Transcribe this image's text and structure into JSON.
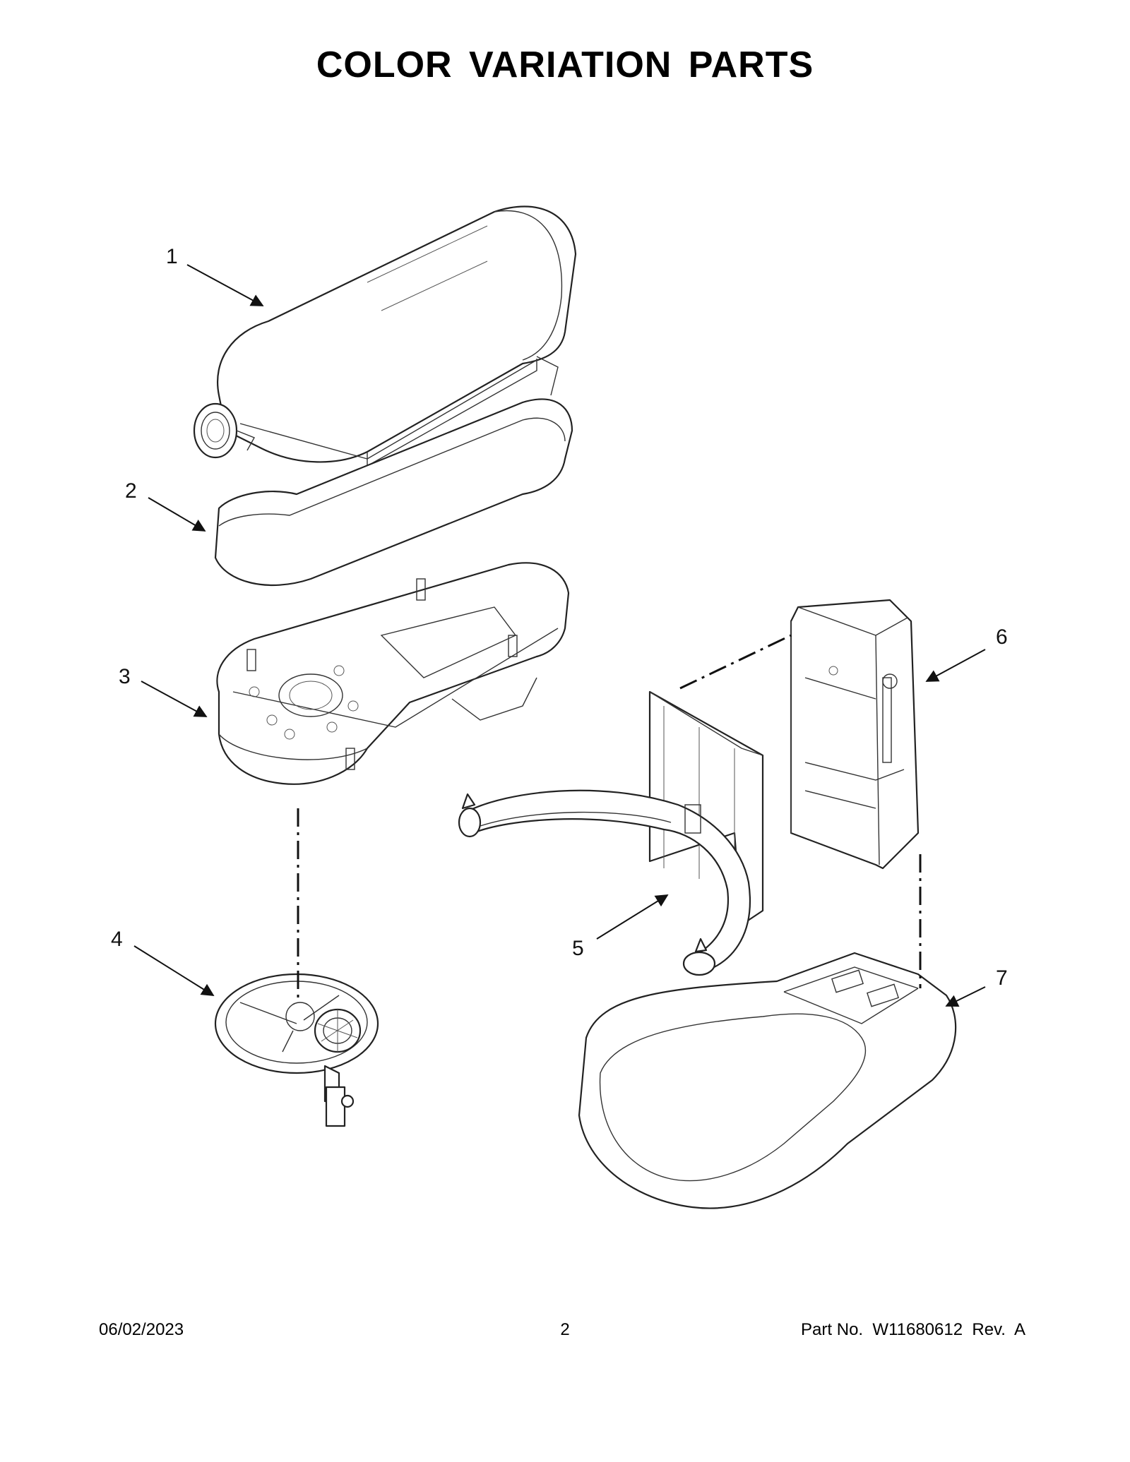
{
  "title": "COLOR VARIATION PARTS",
  "callouts": [
    {
      "label": "1",
      "part": "motor-housing-cover"
    },
    {
      "label": "2",
      "part": "housing-band"
    },
    {
      "label": "3",
      "part": "gear-case-base"
    },
    {
      "label": "4",
      "part": "planetary-gear-unit"
    },
    {
      "label": "5",
      "part": "bowl-support-bracket"
    },
    {
      "label": "6",
      "part": "column-pedestal"
    },
    {
      "label": "7",
      "part": "mixer-base"
    }
  ],
  "footer": {
    "date": "06/02/2023",
    "page": "2",
    "part_no": "Part No.  W11680612  Rev.  A"
  },
  "colors": {
    "line": "#222222",
    "background": "#ffffff"
  }
}
